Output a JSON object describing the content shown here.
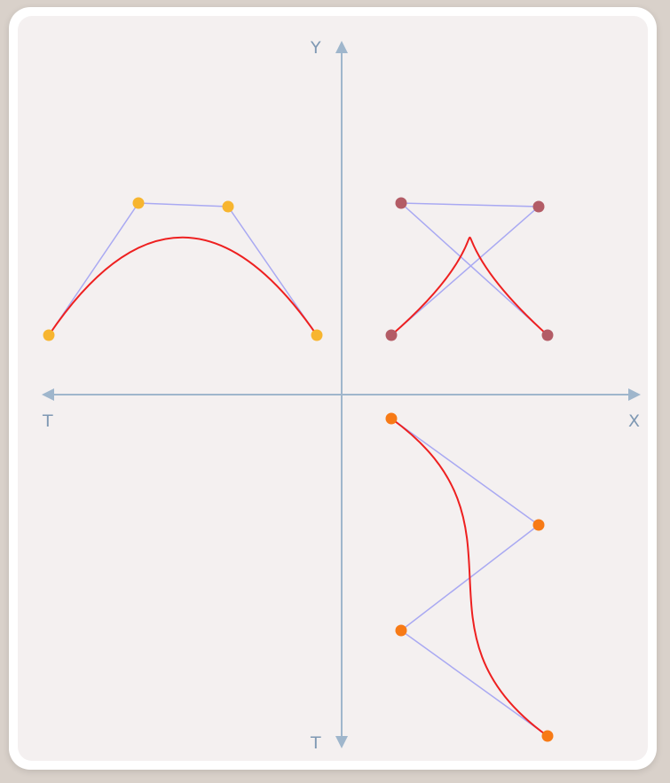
{
  "axes": {
    "y_label": "Y",
    "x_label": "X",
    "t_left_label": "T",
    "t_bottom_label": "T",
    "color": "#9fb6cc",
    "label_color": "#7e98b3"
  },
  "curve_color": "#ee2020",
  "hull_color": "#a9a9f2",
  "curves": [
    {
      "id": "top-left",
      "point_color": "#f7b52f"
    },
    {
      "id": "top-right",
      "point_color": "#b35c66"
    },
    {
      "id": "bottom-right",
      "point_color": "#f77a16"
    }
  ]
}
